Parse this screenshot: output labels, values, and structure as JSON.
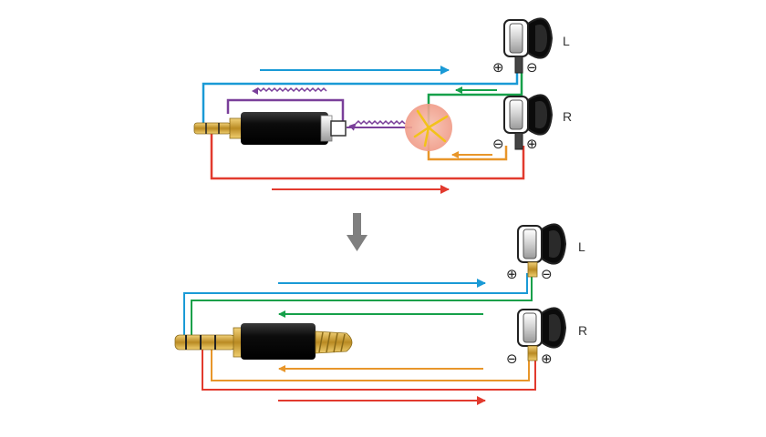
{
  "labels": {
    "top_left_earphone": "L",
    "top_right_earphone": "R",
    "bottom_left_earphone": "L",
    "bottom_right_earphone": "R"
  },
  "symbols": {
    "plus": "⊕",
    "minus": "⊖"
  },
  "colors": {
    "left_signal": "#1a9ad6",
    "right_signal": "#e23a2e",
    "left_return": "#16a04a",
    "right_return": "#e8962a",
    "crosstalk": "#7a3f9a",
    "arrow_down": "#7f7f7f",
    "interference": "#f4b5a8",
    "gold": "#d4a530"
  },
  "icons": {
    "arrow": "down-arrow-icon",
    "spark": "spark-icon"
  }
}
